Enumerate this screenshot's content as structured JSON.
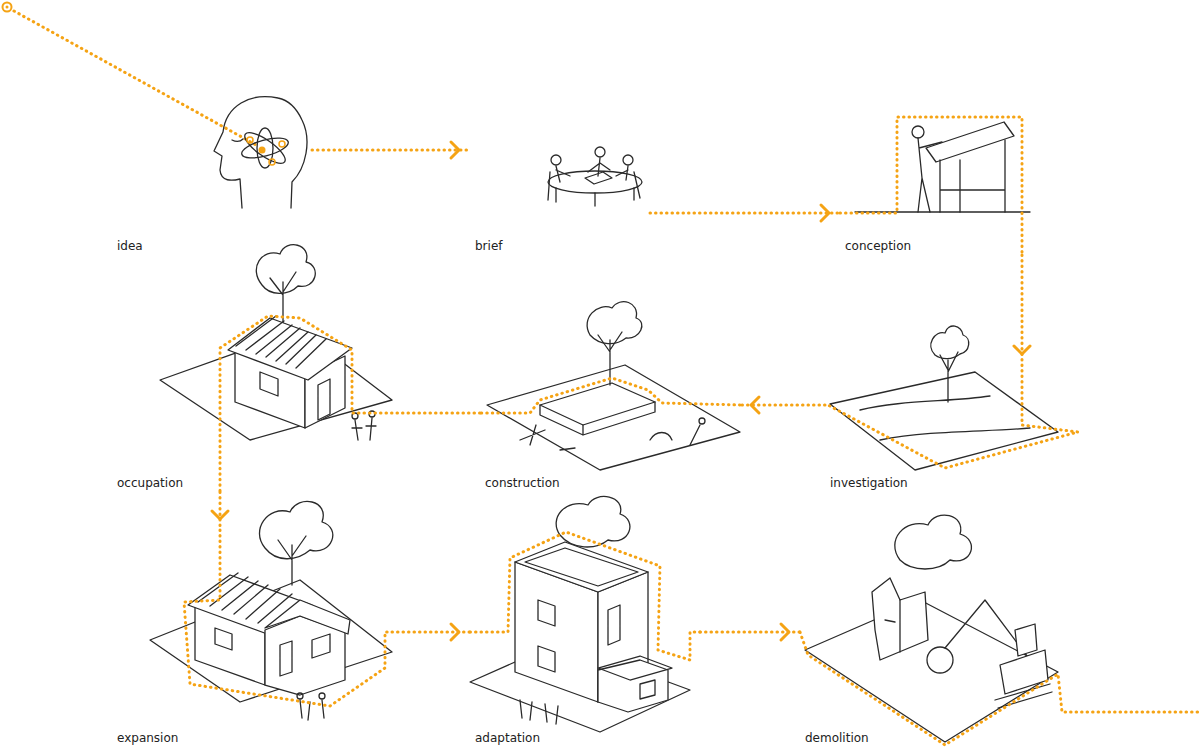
{
  "diagram": {
    "nodes": [
      {
        "text": [
          "idea"
        ]
      },
      {
        "text": [
          "brief"
        ]
      },
      {
        "text": [
          "conception"
        ]
      },
      {
        "text": [
          "investigation"
        ]
      },
      {
        "text": [
          "construction"
        ]
      },
      {
        "text": [
          "occupation"
        ]
      },
      {
        "text": [
          "expansion"
        ]
      },
      {
        "text": [
          "adaptation"
        ]
      },
      {
        "text": [
          "demolition"
        ]
      }
    ],
    "edges": [
      {
        "from": 0,
        "to": 1,
        "arrow": "to"
      },
      {
        "from": 1,
        "to": 2,
        "arrow": "to"
      },
      {
        "from": 2,
        "to": 3,
        "arrow": "to"
      },
      {
        "from": 3,
        "to": 4,
        "arrow": "to"
      },
      {
        "from": 4,
        "to": 5,
        "arrow": "none"
      },
      {
        "from": 5,
        "to": 6,
        "arrow": "to"
      },
      {
        "from": 6,
        "to": 7,
        "arrow": "to"
      },
      {
        "from": 7,
        "to": 8,
        "arrow": "to"
      }
    ]
  }
}
